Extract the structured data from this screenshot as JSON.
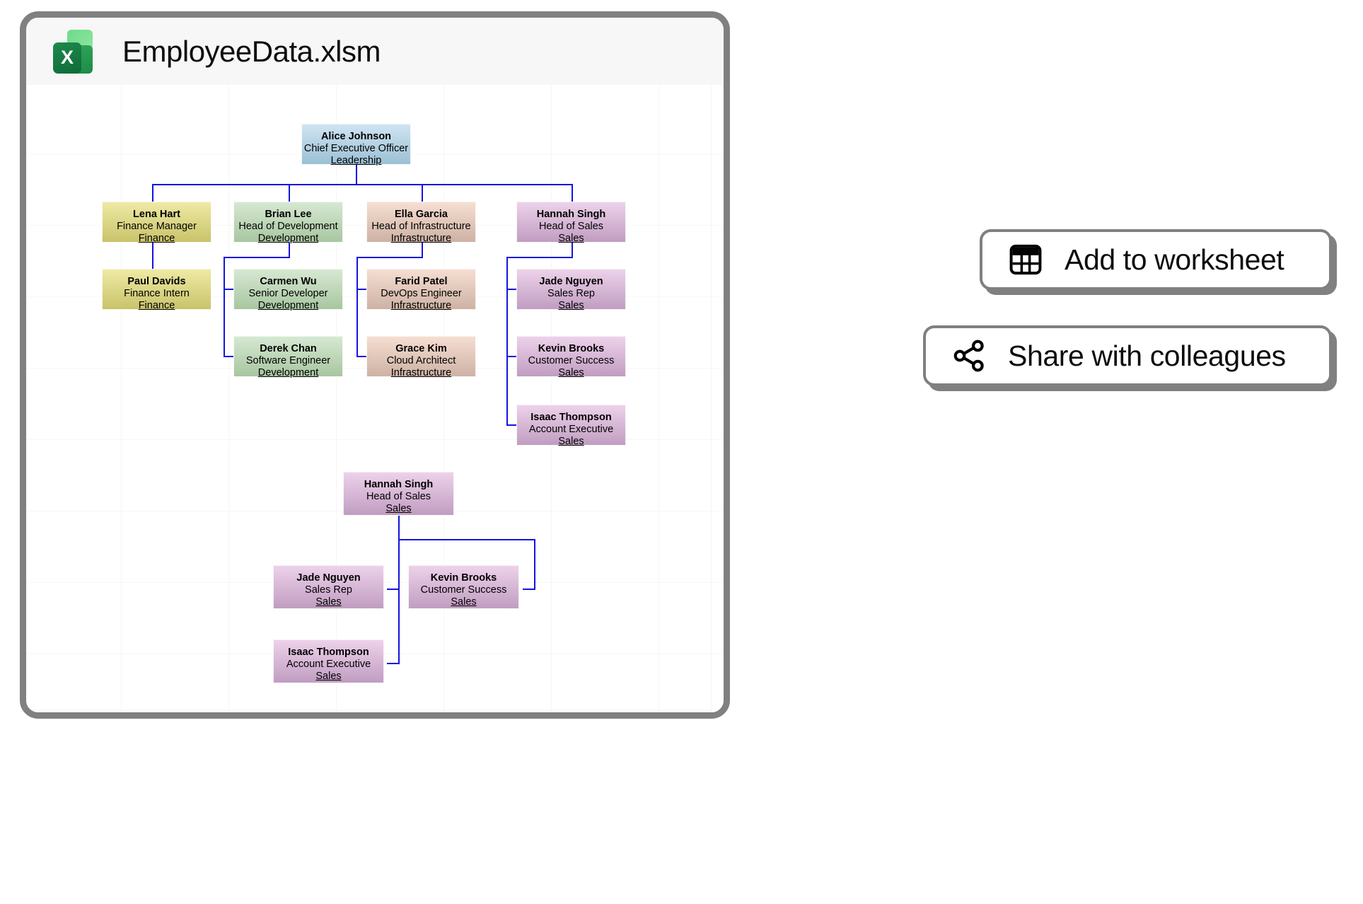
{
  "window": {
    "title": "EmployeeData.xlsm",
    "app_icon": "excel-icon",
    "icon_letter": "X"
  },
  "actions": [
    {
      "id": "add-to-worksheet",
      "label": "Add to worksheet",
      "icon": "table-grid-icon"
    },
    {
      "id": "share-with-colleagues",
      "label": "Share with colleagues",
      "icon": "share-nodes-icon"
    }
  ],
  "colors": {
    "leadership": "#9cc0d4",
    "finance": "#c9c36a",
    "development": "#a8c6a0",
    "infrastructure": "#cdb2a4",
    "sales": "#c09dc1",
    "connector": "#1414e0",
    "frame": "#808080"
  },
  "charts": [
    {
      "id": "company-org-chart",
      "nodes": [
        {
          "name": "Alice Johnson",
          "role": "Chief Executive Officer",
          "dept": "Leadership",
          "color": "leadership"
        },
        {
          "name": "Lena Hart",
          "role": "Finance Manager",
          "dept": "Finance",
          "color": "finance"
        },
        {
          "name": "Paul Davids",
          "role": "Finance Intern",
          "dept": "Finance",
          "color": "finance"
        },
        {
          "name": "Brian Lee",
          "role": "Head of Development",
          "dept": "Development",
          "color": "development"
        },
        {
          "name": "Carmen Wu",
          "role": "Senior Developer",
          "dept": "Development",
          "color": "development"
        },
        {
          "name": "Derek Chan",
          "role": "Software Engineer",
          "dept": "Development",
          "color": "development"
        },
        {
          "name": "Ella Garcia",
          "role": "Head of Infrastructure",
          "dept": "Infrastructure",
          "color": "infrastructure"
        },
        {
          "name": "Farid Patel",
          "role": "DevOps Engineer",
          "dept": "Infrastructure",
          "color": "infrastructure"
        },
        {
          "name": "Grace Kim",
          "role": "Cloud Architect",
          "dept": "Infrastructure",
          "color": "infrastructure"
        },
        {
          "name": "Hannah Singh",
          "role": "Head of Sales",
          "dept": "Sales",
          "color": "sales"
        },
        {
          "name": "Jade Nguyen",
          "role": "Sales Rep",
          "dept": "Sales",
          "color": "sales"
        },
        {
          "name": "Kevin Brooks",
          "role": "Customer Success",
          "dept": "Sales",
          "color": "sales"
        },
        {
          "name": "Isaac Thompson",
          "role": "Account Executive",
          "dept": "Sales",
          "color": "sales"
        }
      ]
    },
    {
      "id": "sales-org-chart",
      "nodes": [
        {
          "name": "Hannah Singh",
          "role": "Head of Sales",
          "dept": "Sales",
          "color": "sales"
        },
        {
          "name": "Jade Nguyen",
          "role": "Sales Rep",
          "dept": "Sales",
          "color": "sales"
        },
        {
          "name": "Kevin Brooks",
          "role": "Customer Success",
          "dept": "Sales",
          "color": "sales"
        },
        {
          "name": "Isaac Thompson",
          "role": "Account Executive",
          "dept": "Sales",
          "color": "sales"
        }
      ]
    }
  ]
}
